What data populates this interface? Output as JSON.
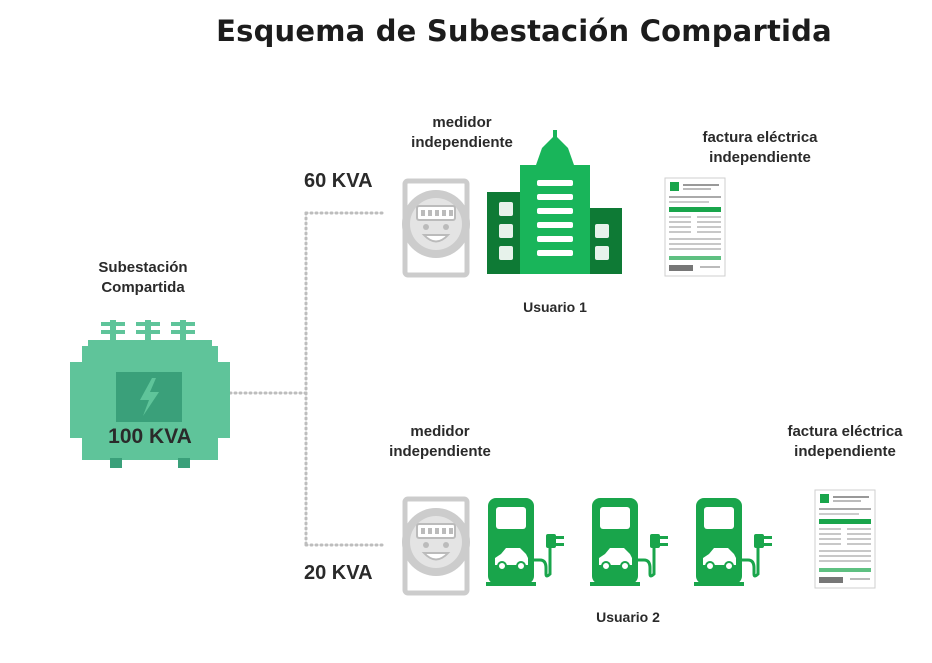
{
  "title": "Esquema de Subestación Compartida",
  "substation": {
    "label_line1": "Subestación",
    "label_line2": "Compartida",
    "capacity": "100 KVA"
  },
  "user1": {
    "capacity": "60 KVA",
    "meter_label_line1": "medidor",
    "meter_label_line2": "independiente",
    "bill_label_line1": "factura eléctrica",
    "bill_label_line2": "independiente",
    "name": "Usuario 1"
  },
  "user2": {
    "capacity": "20 KVA",
    "meter_label_line1": "medidor",
    "meter_label_line2": "independiente",
    "bill_label_line1": "factura eléctrica",
    "bill_label_line2": "independiente",
    "name": "Usuario 2",
    "charger_count": 3
  },
  "colors": {
    "transformer": "#5fc49a",
    "transformer_dark": "#3aa07a",
    "building_light": "#19b55a",
    "building_dark": "#0e7a35",
    "charger": "#19a54b",
    "meter": "#cccccc",
    "wire": "#bdbdbd"
  }
}
